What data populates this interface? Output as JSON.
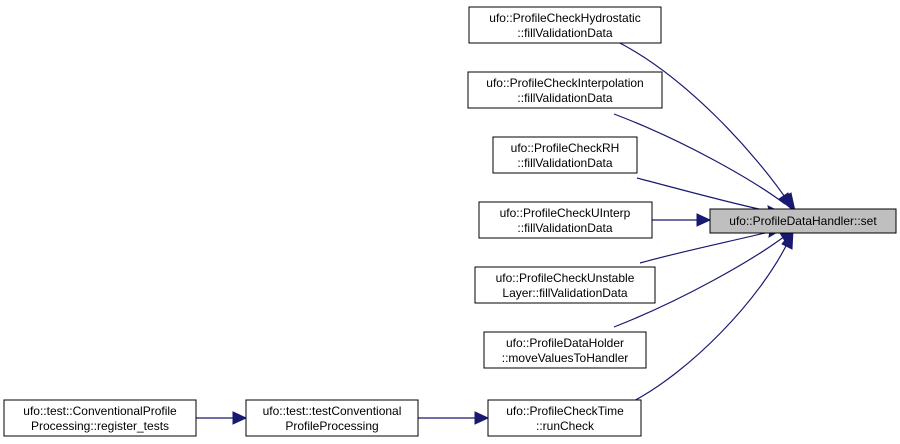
{
  "nodes": {
    "set": {
      "lines": [
        "ufo::ProfileDataHandler::set"
      ],
      "highlight": true
    },
    "hydrostatic": {
      "lines": [
        "ufo::ProfileCheckHydrostatic",
        "::fillValidationData"
      ]
    },
    "interpolation": {
      "lines": [
        "ufo::ProfileCheckInterpolation",
        "::fillValidationData"
      ]
    },
    "rh": {
      "lines": [
        "ufo::ProfileCheckRH",
        "::fillValidationData"
      ]
    },
    "uinterp": {
      "lines": [
        "ufo::ProfileCheckUInterp",
        "::fillValidationData"
      ]
    },
    "unstable": {
      "lines": [
        "ufo::ProfileCheckUnstable",
        "Layer::fillValidationData"
      ]
    },
    "holder": {
      "lines": [
        "ufo::ProfileDataHolder",
        "::moveValuesToHandler"
      ]
    },
    "time": {
      "lines": [
        "ufo::ProfileCheckTime",
        "::runCheck"
      ]
    },
    "testconv": {
      "lines": [
        "ufo::test::testConventional",
        "ProfileProcessing"
      ]
    },
    "register": {
      "lines": [
        "ufo::test::ConventionalProfile",
        "Processing::register_tests"
      ]
    }
  },
  "edges": [
    {
      "from": "hydrostatic",
      "to": "set"
    },
    {
      "from": "interpolation",
      "to": "set"
    },
    {
      "from": "rh",
      "to": "set"
    },
    {
      "from": "uinterp",
      "to": "set"
    },
    {
      "from": "unstable",
      "to": "set"
    },
    {
      "from": "holder",
      "to": "set"
    },
    {
      "from": "time",
      "to": "set"
    },
    {
      "from": "testconv",
      "to": "time"
    },
    {
      "from": "register",
      "to": "testconv"
    }
  ],
  "colors": {
    "edge": "#191970",
    "highlight_fill": "#bfbfbf",
    "node_fill": "#ffffff"
  }
}
